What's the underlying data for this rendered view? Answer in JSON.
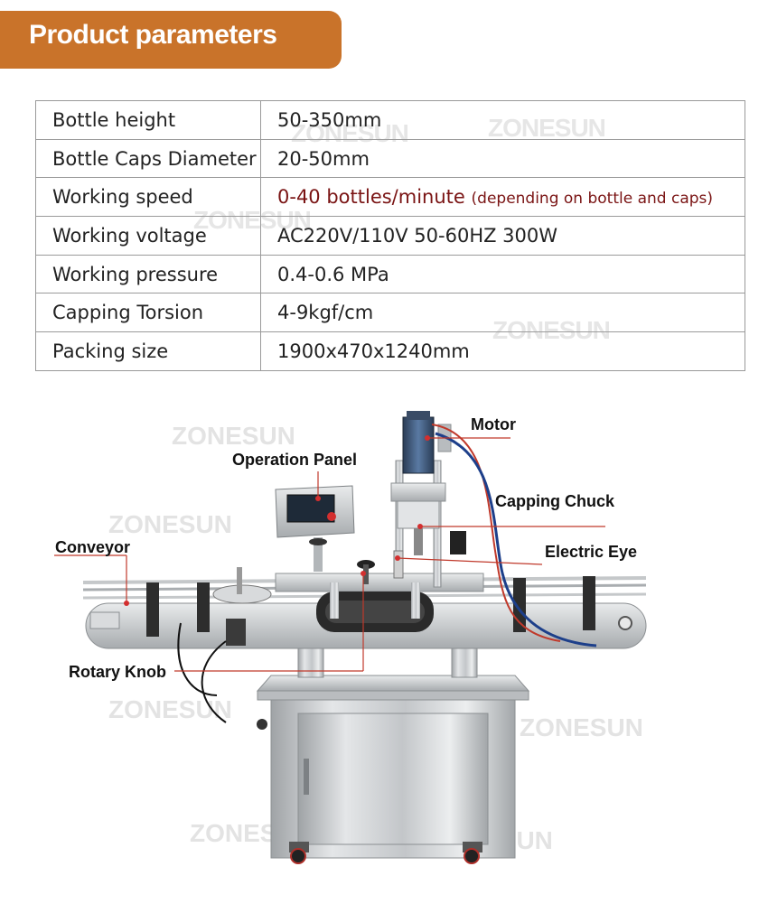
{
  "header": {
    "title": "Product parameters"
  },
  "parameters": [
    {
      "label": "Bottle height",
      "value": "50-350mm"
    },
    {
      "label": "Bottle Caps Diameter",
      "value": "20-50mm"
    },
    {
      "label": "Working speed",
      "value": "0-40 bottles/minute",
      "note": "(depending on bottle and caps)"
    },
    {
      "label": "Working voltage",
      "value": "AC220V/110V 50-60HZ 300W"
    },
    {
      "label": "Working pressure",
      "value": "0.4-0.6 MPa"
    },
    {
      "label": "Capping Torsion",
      "value": "4-9kgf/cm"
    },
    {
      "label": "Packing size",
      "value": "1900x470x1240mm"
    }
  ],
  "watermark": "ZONESUN",
  "callouts": {
    "motor": "Motor",
    "operation_panel": "Operation Panel",
    "capping_chuck": "Capping Chuck",
    "conveyor": "Conveyor",
    "electric_eye": "Electric Eye",
    "rotary_knob": "Rotary Knob"
  },
  "colors": {
    "header_bg": "#c9732a",
    "highlight": "#7a1414",
    "callout_line": "#c0392b"
  }
}
